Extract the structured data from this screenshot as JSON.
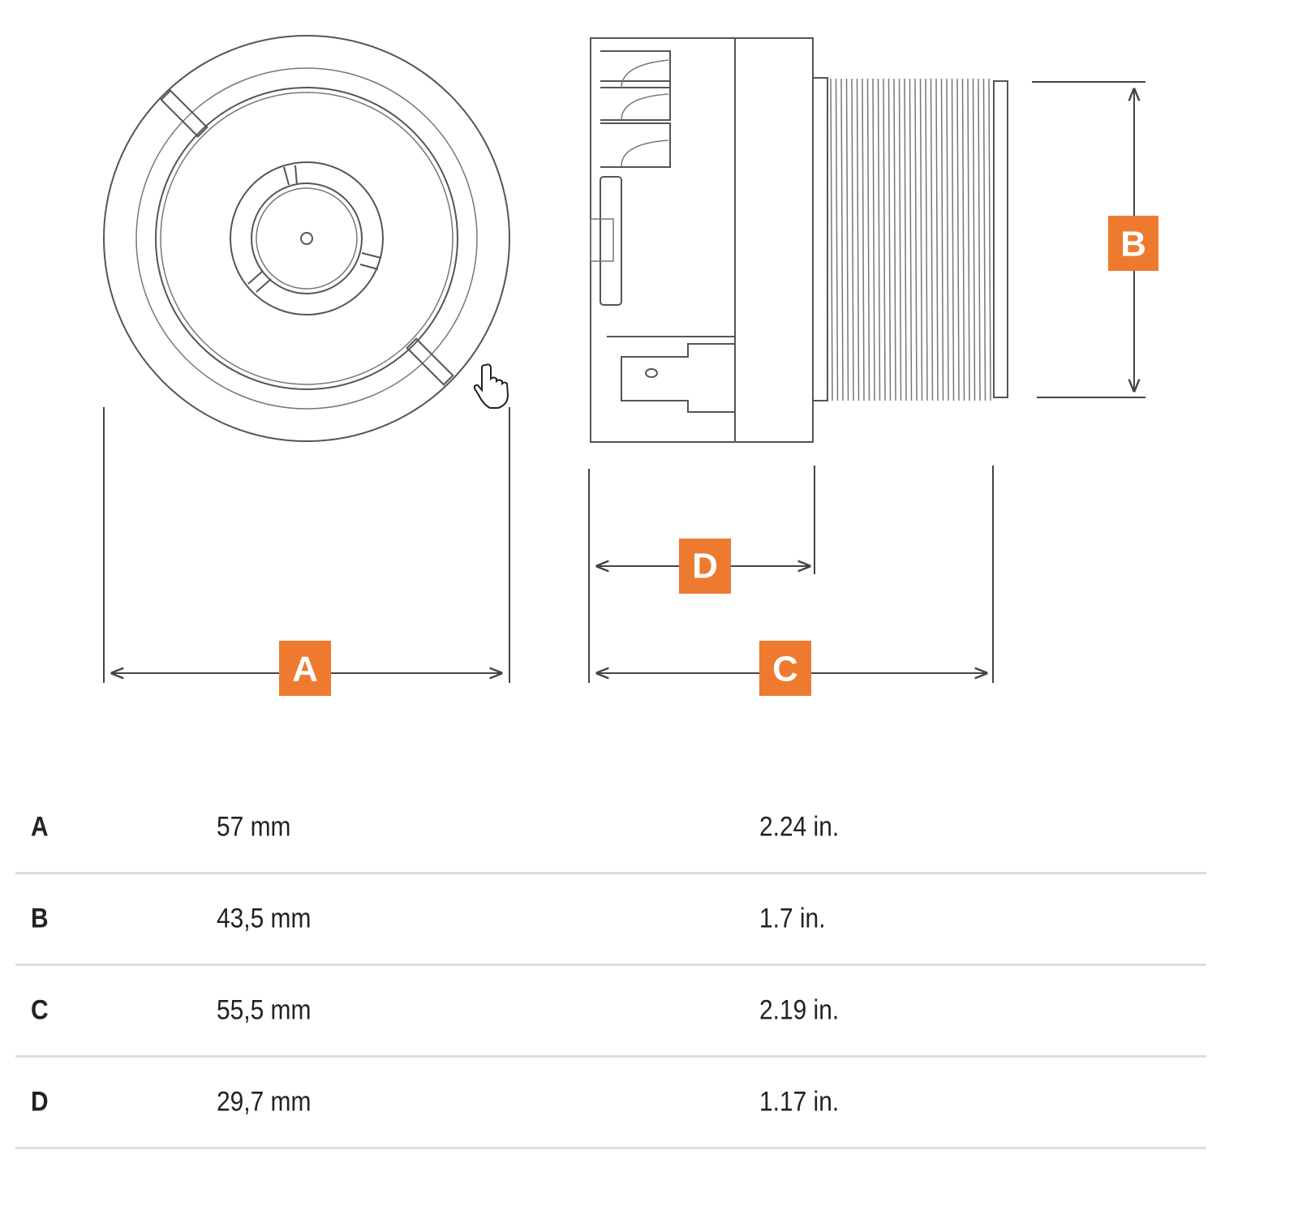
{
  "diagram": {
    "labels": {
      "a": "A",
      "b": "B",
      "c": "C",
      "d": "D"
    },
    "accent_color": "#ee7a30"
  },
  "table": {
    "rows": [
      {
        "label": "A",
        "mm": "57 mm",
        "inch": "2.24 in."
      },
      {
        "label": "B",
        "mm": "43,5 mm",
        "inch": "1.7 in."
      },
      {
        "label": "C",
        "mm": "55,5 mm",
        "inch": "2.19 in."
      },
      {
        "label": "D",
        "mm": "29,7 mm",
        "inch": "1.17 in."
      }
    ]
  }
}
